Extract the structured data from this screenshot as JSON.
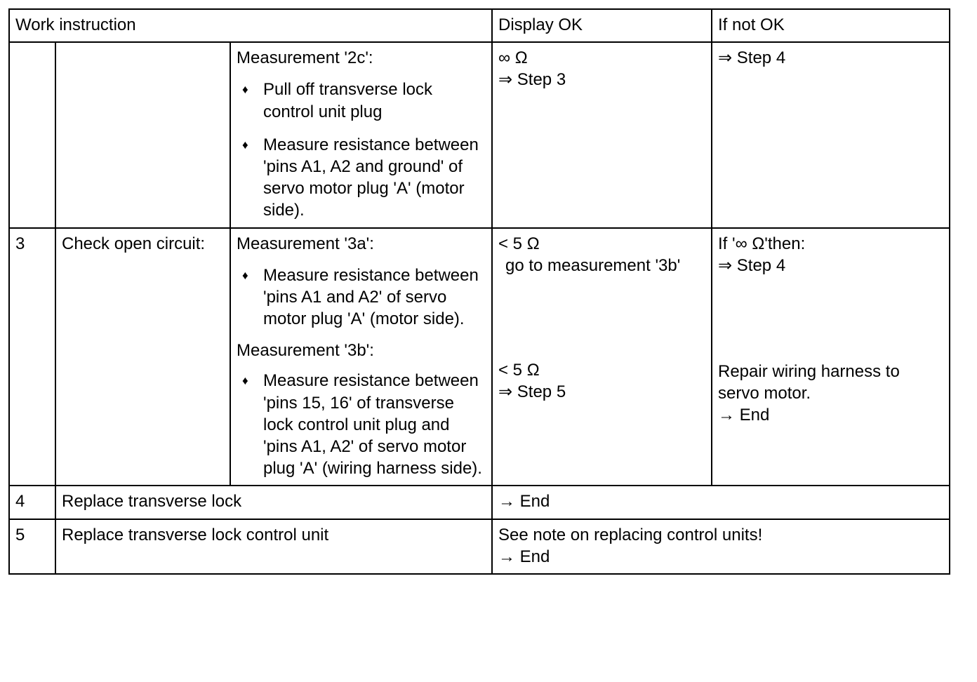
{
  "table": {
    "header": {
      "work_instruction": "Work instruction",
      "display_ok": "Display OK",
      "if_not_ok": "If not OK"
    },
    "rows": [
      {
        "step": "",
        "task": "",
        "detail_title": "Measurement '2c':",
        "bullets": [
          "Pull off transverse lock control unit plug",
          "Measure resistance between 'pins A1, A2 and ground' of servo motor plug 'A' (motor side)."
        ],
        "display_ok_line1": "∞ Ω",
        "display_ok_line2": "⇒ Step 3",
        "if_not_ok_line1": "⇒ Step 4"
      },
      {
        "step": "3",
        "task": "Check open circuit:",
        "detail_title_a": "Measurement '3a':",
        "bullets_a": [
          "Measure resistance between 'pins A1 and A2' of servo motor plug 'A' (motor side)."
        ],
        "detail_title_b": "Measurement '3b':",
        "bullets_b": [
          "Measure resistance between 'pins 15, 16' of transverse lock control unit plug and 'pins A1, A2' of servo motor plug 'A' (wiring harness side)."
        ],
        "ok_a_line1": "< 5 Ω",
        "ok_a_line2": "go to measurement '3b'",
        "ok_b_line1": "< 5 Ω",
        "ok_b_line2": "⇒ Step 5",
        "notok_a_line1": "If '∞ Ω'then:",
        "notok_a_line2": "⇒ Step 4",
        "notok_b_line1": "Repair wiring harness to servo motor.",
        "notok_b_line2": "→ End"
      },
      {
        "step": "4",
        "task": "Replace transverse lock",
        "result_line1": "→ End"
      },
      {
        "step": "5",
        "task": "Replace transverse lock control unit",
        "result_line1": "See note on replacing control units!",
        "result_line2": "→ End"
      }
    ]
  },
  "icons": {
    "bullet": "♦"
  }
}
